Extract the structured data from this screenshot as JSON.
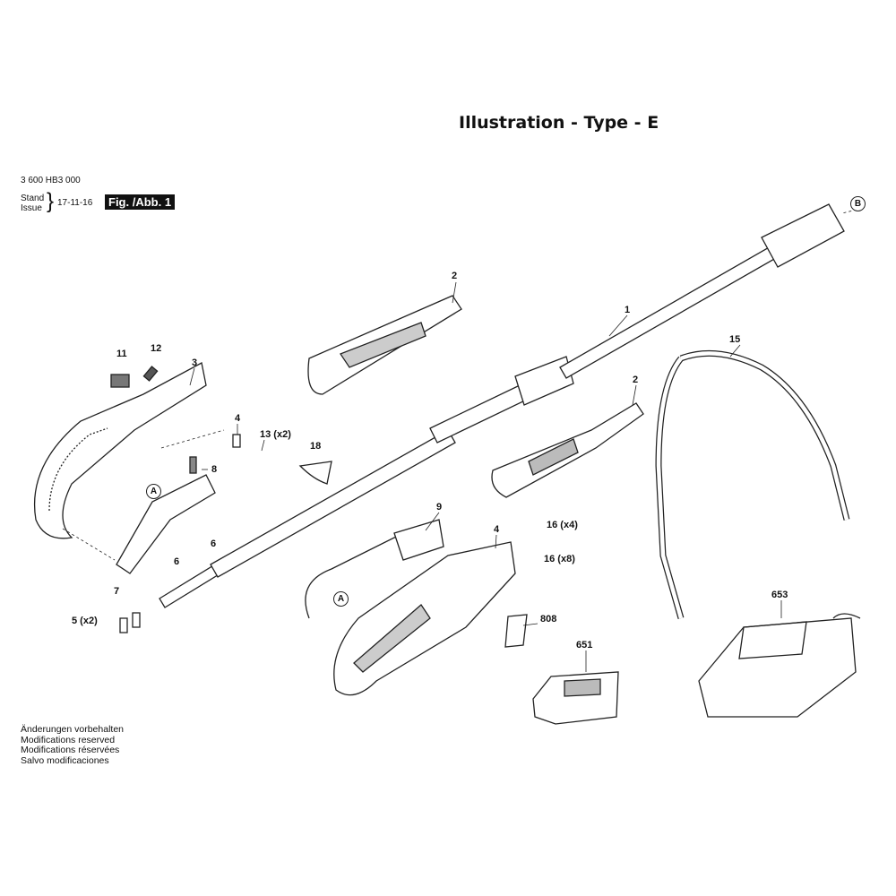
{
  "header": {
    "title": "Illustration - Type - E"
  },
  "meta": {
    "part_number": "3 600 HB3 000",
    "stand_label": "Stand",
    "issue_label": "Issue",
    "date": "17-11-16",
    "figure": "Fig. /Abb. 1"
  },
  "notes": [
    "Änderungen vorbehalten",
    "Modifications reserved",
    "Modifications réservées",
    "Salvo modificaciones"
  ],
  "callouts": [
    "1",
    "2",
    "2",
    "3",
    "4",
    "4",
    "5 (x2)",
    "6",
    "6",
    "7",
    "8",
    "9",
    "11",
    "12",
    "13 (x2)",
    "15",
    "16 (x4)",
    "16 (x8)",
    "18",
    "651",
    "653",
    "808"
  ],
  "markers": [
    "A",
    "A",
    "B"
  ]
}
